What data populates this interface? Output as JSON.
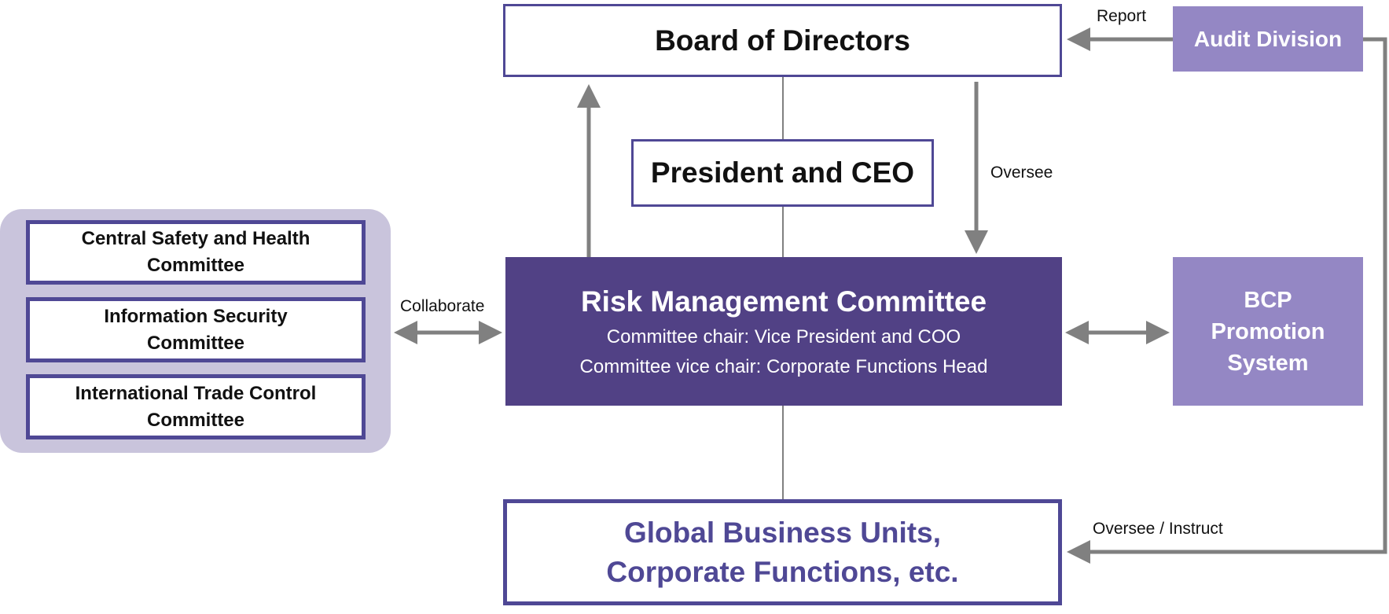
{
  "colors": {
    "dark_purple": "#514185",
    "light_purple": "#9487c4",
    "group_bg": "#c9c4dc",
    "border": "#4f4895",
    "connector": "#808080"
  },
  "board": {
    "title": "Board of Directors"
  },
  "president": {
    "title": "President and CEO"
  },
  "risk": {
    "title": "Risk Management Committee",
    "chair": "Committee chair: Vice President and COO",
    "vice_chair": "Committee vice chair: Corporate Functions Head"
  },
  "audit": {
    "title": "Audit Division"
  },
  "bcp": {
    "line1": "BCP",
    "line2": "Promotion",
    "line3": "System"
  },
  "global": {
    "line1": "Global Business Units,",
    "line2": "Corporate Functions, etc."
  },
  "committees": [
    {
      "line1": "Central Safety and Health",
      "line2": "Committee"
    },
    {
      "line1": "Information Security",
      "line2": "Committee"
    },
    {
      "line1": "International Trade Control",
      "line2": "Committee"
    }
  ],
  "labels": {
    "report": "Report",
    "oversee": "Oversee",
    "collaborate": "Collaborate",
    "oversee_instruct": "Oversee / Instruct"
  }
}
